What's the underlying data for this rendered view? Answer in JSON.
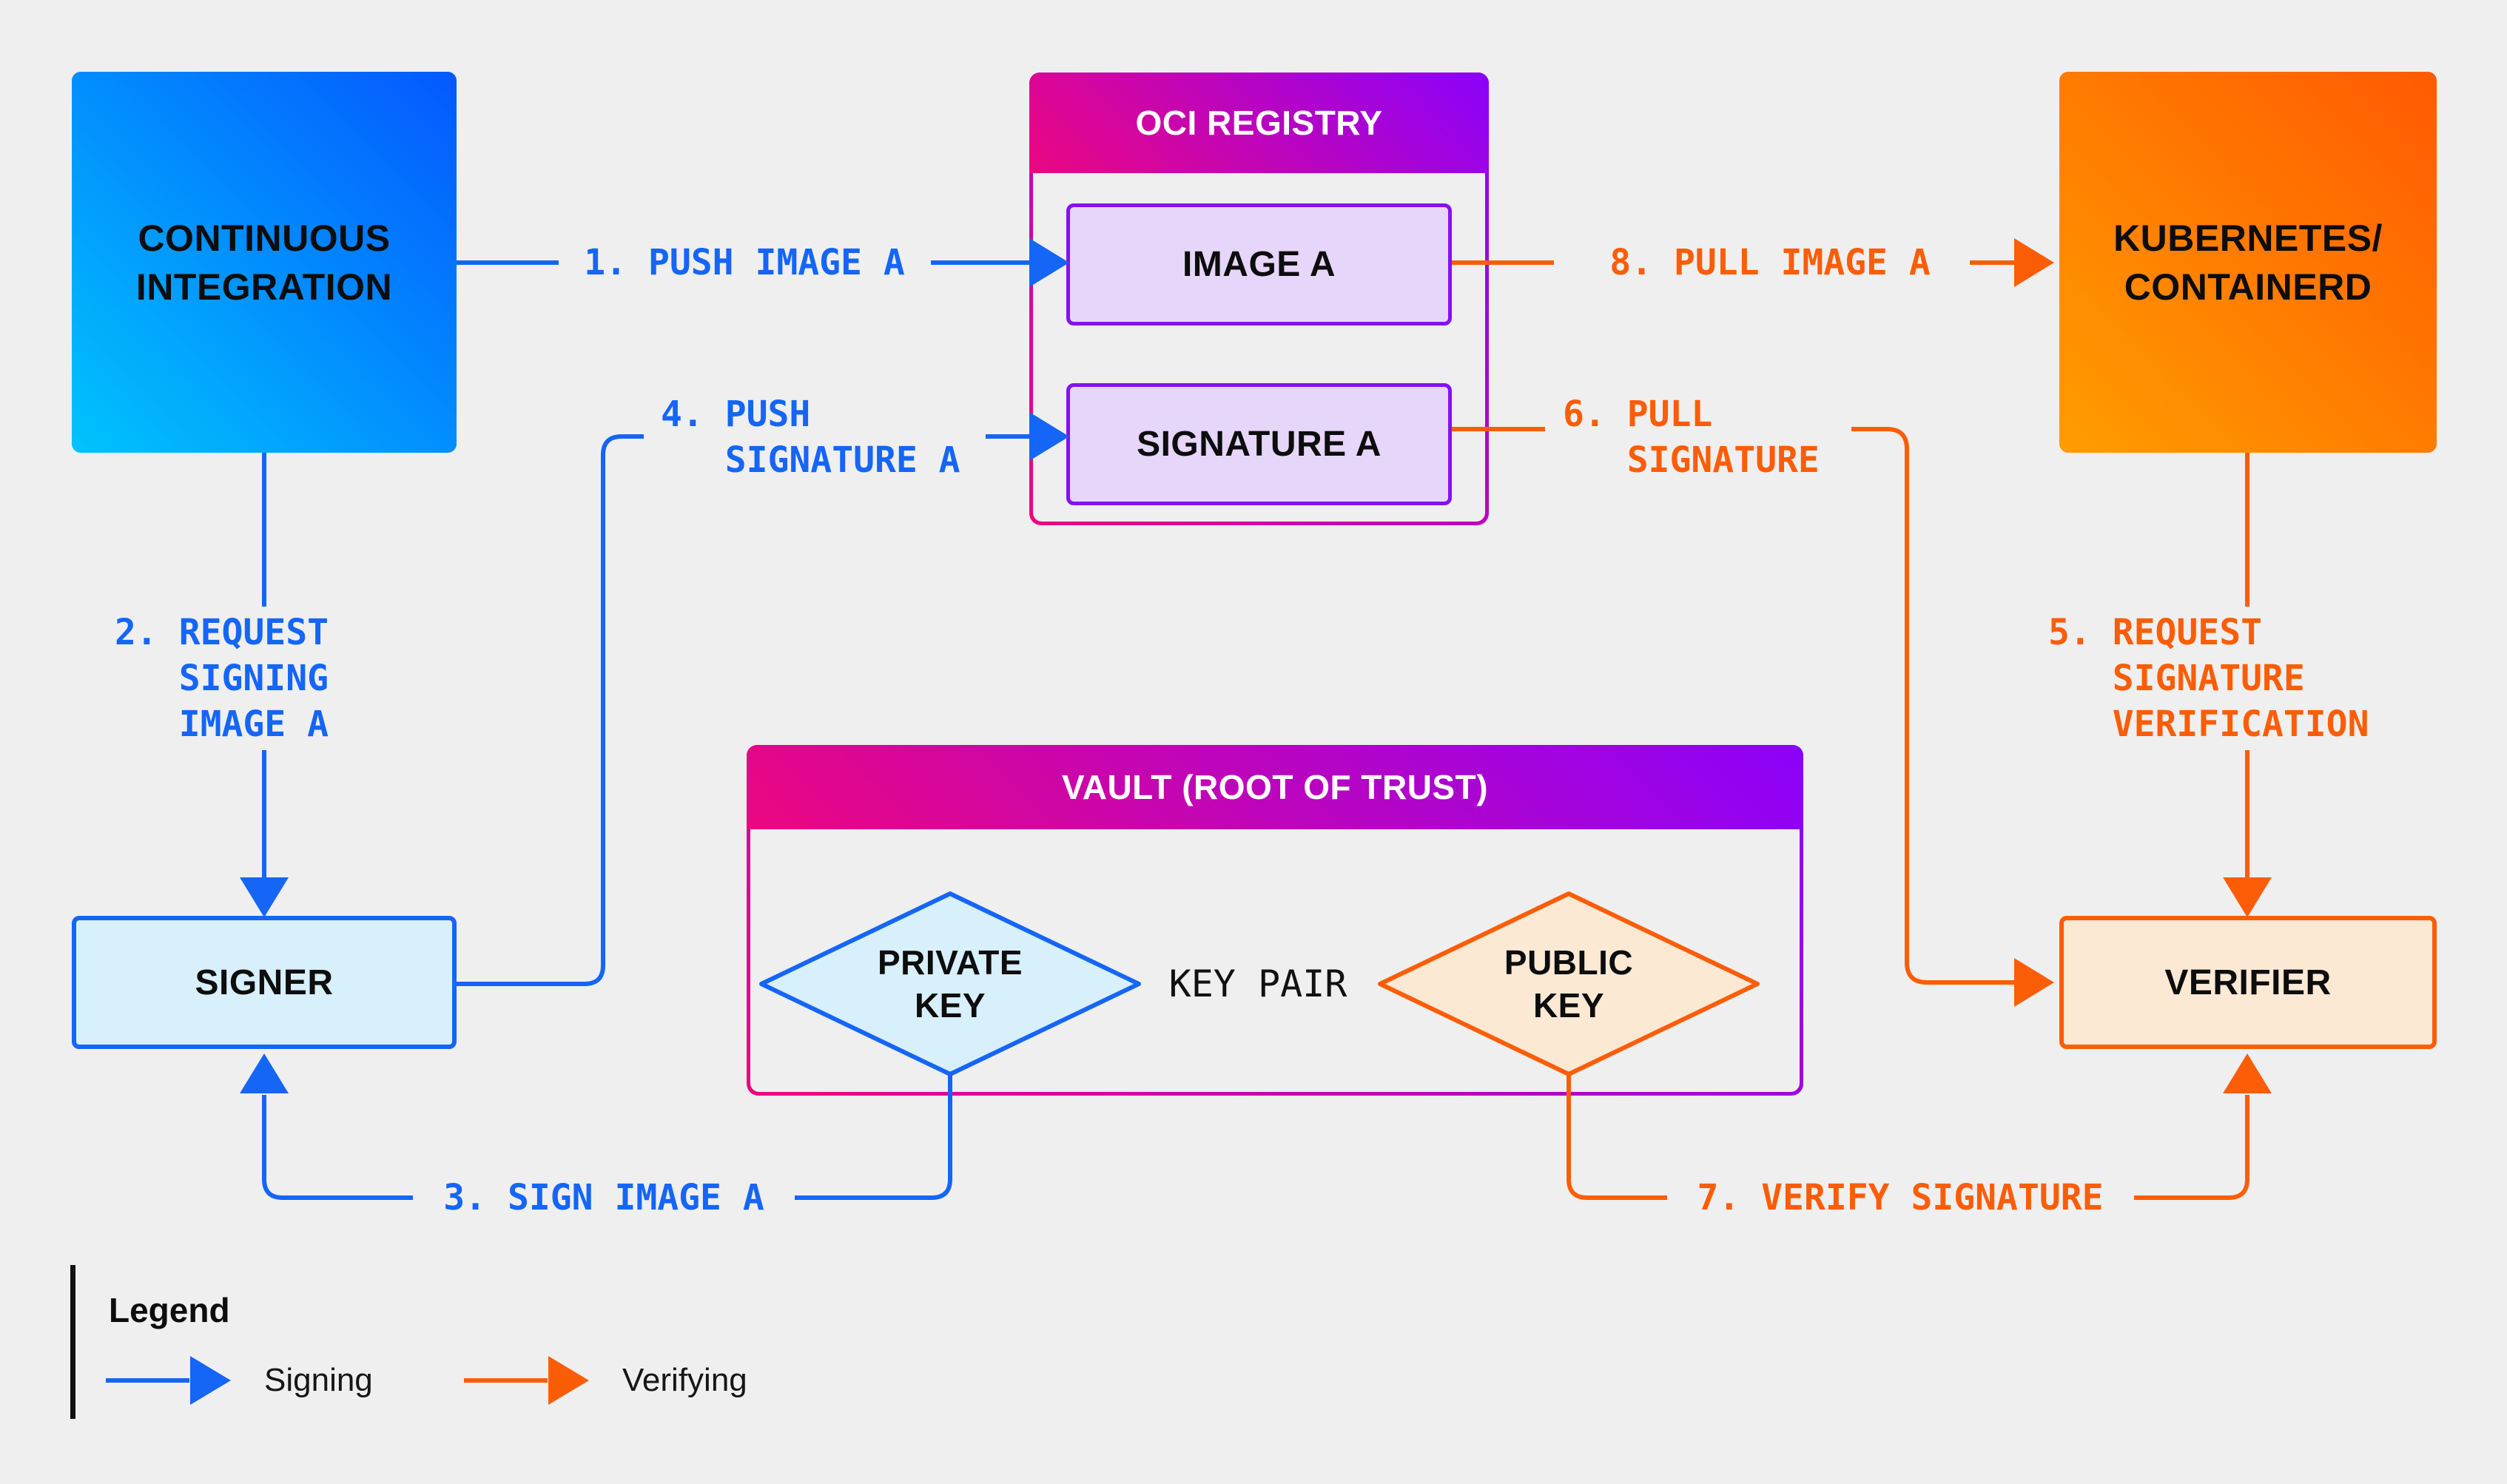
{
  "palette": {
    "bg": "#EFEFEF",
    "signing_blue": "#1565F6",
    "verifying_orange": "#FB5D07",
    "ci_grad_from": "#00C4FC",
    "ci_grad_to": "#0458FF",
    "k8s_grad_from": "#FF9D00",
    "k8s_grad_to": "#FF5A02",
    "frame_grad_from": "#EC0780",
    "frame_grad_to": "#8A02FB",
    "header_grad_from": "#EC0780",
    "header_grad_to": "#8A02FB",
    "registry_item_fill": "#E6D6F9",
    "registry_item_border": "#8511F1",
    "signer_fill": "#D8EFFC",
    "verifier_fill": "#FCE9D4",
    "private_key_fill": "#D8EFFC",
    "public_key_fill": "#FCE9D4",
    "legend_bar": "#111111"
  },
  "nodes": {
    "continuous_integration": {
      "title": "CONTINUOUS\nINTEGRATION"
    },
    "oci_registry": {
      "title": "OCI REGISTRY",
      "image_a": "IMAGE A",
      "signature_a": "SIGNATURE A"
    },
    "kubernetes": {
      "title": "KUBERNETES/\nCONTAINERD"
    },
    "vault": {
      "title": "VAULT (ROOT OF TRUST)",
      "private_key": "PRIVATE\nKEY",
      "public_key": "PUBLIC\nKEY",
      "key_pair": "KEY PAIR"
    },
    "signer": {
      "title": "SIGNER"
    },
    "verifier": {
      "title": "VERIFIER"
    }
  },
  "flows": {
    "step1": "1. PUSH IMAGE A",
    "step2": "2. REQUEST\n   SIGNING\n   IMAGE A",
    "step3": "3. SIGN IMAGE A",
    "step4": "4. PUSH\n   SIGNATURE A",
    "step5": "5. REQUEST\n   SIGNATURE\n   VERIFICATION",
    "step6": "6. PULL\n   SIGNATURE",
    "step7": "7. VERIFY SIGNATURE",
    "step8": "8. PULL IMAGE A"
  },
  "legend": {
    "title": "Legend",
    "signing": "Signing",
    "verifying": "Verifying"
  }
}
